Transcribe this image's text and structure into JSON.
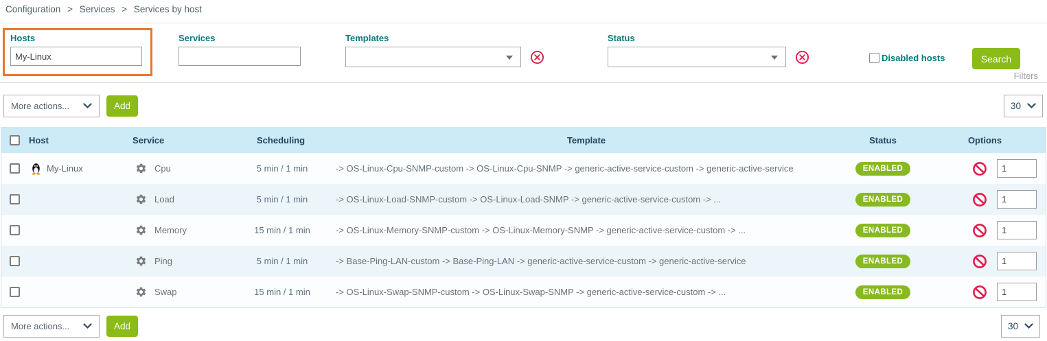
{
  "breadcrumb": {
    "items": [
      "Configuration",
      "Services",
      "Services by host"
    ],
    "separator": ">"
  },
  "filters": {
    "hosts": {
      "label": "Hosts",
      "value": "My-Linux"
    },
    "services": {
      "label": "Services",
      "value": ""
    },
    "templates": {
      "label": "Templates",
      "value": ""
    },
    "status": {
      "label": "Status",
      "value": ""
    },
    "disabled_hosts_label": "Disabled hosts",
    "search_label": "Search",
    "panel_label": "Filters"
  },
  "toolbar": {
    "more_actions_label": "More actions...",
    "add_label": "Add",
    "page_size": "30"
  },
  "table": {
    "columns": {
      "host": "Host",
      "service": "Service",
      "scheduling": "Scheduling",
      "template": "Template",
      "status": "Status",
      "options": "Options"
    },
    "rows": [
      {
        "host": "My-Linux",
        "service": "Cpu",
        "scheduling": "5 min / 1 min",
        "template": "-> OS-Linux-Cpu-SNMP-custom -> OS-Linux-Cpu-SNMP -> generic-active-service-custom -> generic-active-service",
        "status": "ENABLED",
        "options_value": "1"
      },
      {
        "host": "",
        "service": "Load",
        "scheduling": "5 min / 1 min",
        "template": "-> OS-Linux-Load-SNMP-custom -> OS-Linux-Load-SNMP -> generic-active-service-custom -> ...",
        "status": "ENABLED",
        "options_value": "1"
      },
      {
        "host": "",
        "service": "Memory",
        "scheduling": "15 min / 1 min",
        "template": "-> OS-Linux-Memory-SNMP-custom -> OS-Linux-Memory-SNMP -> generic-active-service-custom -> ...",
        "status": "ENABLED",
        "options_value": "1"
      },
      {
        "host": "",
        "service": "Ping",
        "scheduling": "5 min / 1 min",
        "template": "-> Base-Ping-LAN-custom -> Base-Ping-LAN -> generic-active-service-custom -> generic-active-service",
        "status": "ENABLED",
        "options_value": "1"
      },
      {
        "host": "",
        "service": "Swap",
        "scheduling": "15 min / 1 min",
        "template": "-> OS-Linux-Swap-SNMP-custom -> OS-Linux-Swap-SNMP -> generic-active-service-custom -> ...",
        "status": "ENABLED",
        "options_value": "1"
      }
    ]
  },
  "colors": {
    "accent_green": "#8abb17",
    "label_teal": "#077a7e",
    "alert_red": "#e41d4c",
    "header_blue": "#cdeaf7",
    "highlight_orange": "#e8782a"
  }
}
